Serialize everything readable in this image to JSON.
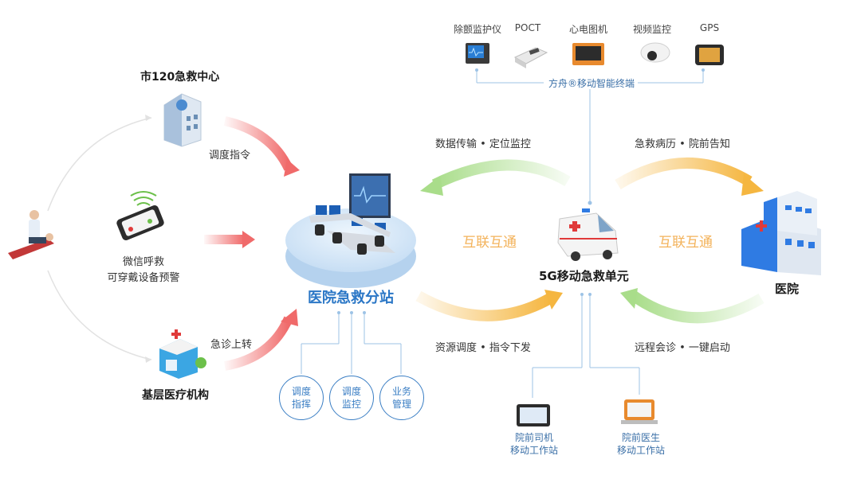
{
  "devices": {
    "defibrillator": "除颤监护仪",
    "poct": "POCT",
    "ecg": "心电图机",
    "video": "视频监控",
    "gps": "GPS"
  },
  "terminal_label": "方舟®移动智能终端",
  "nodes": {
    "dispatch_center": "市120急救中心",
    "wechat_line1": "微信呼救",
    "wechat_line2": "可穿戴设备预警",
    "basic_institution": "基层医疗机构",
    "hospital_station": "医院急救分站",
    "mobile_unit": "5G移动急救单元",
    "hospital": "医院"
  },
  "flows": {
    "dispatch_command": "调度指令",
    "emergency_transfer": "急诊上转",
    "data_transfer": "数据传输 • 定位监控",
    "record_notice": "急救病历 • 院前告知",
    "resource_dispatch": "资源调度 • 指令下发",
    "remote_consult": "远程会诊 • 一键启动",
    "interconnect_left": "互联互通",
    "interconnect_right": "互联互通"
  },
  "station_functions": [
    {
      "line1": "调度",
      "line2": "指挥"
    },
    {
      "line1": "调度",
      "line2": "监控"
    },
    {
      "line1": "业务",
      "line2": "管理"
    }
  ],
  "workstations": {
    "driver_line1": "院前司机",
    "driver_line2": "移动工作站",
    "doctor_line1": "院前医生",
    "doctor_line2": "移动工作站"
  },
  "colors": {
    "blue": "#2b77c6",
    "red_arrow": "#f06a6a",
    "green_arrow": "#a9dd8a",
    "orange_arrow": "#f5b640",
    "connector": "#9dc3e6"
  },
  "icons": [
    "defibrillator-icon",
    "poct-icon",
    "ecg-icon",
    "camera-icon",
    "gps-icon",
    "building-icon",
    "phone-icon",
    "clinic-icon",
    "patient-icon",
    "control-room-icon",
    "ambulance-icon",
    "hospital-icon",
    "tablet-icon",
    "laptop-icon"
  ]
}
